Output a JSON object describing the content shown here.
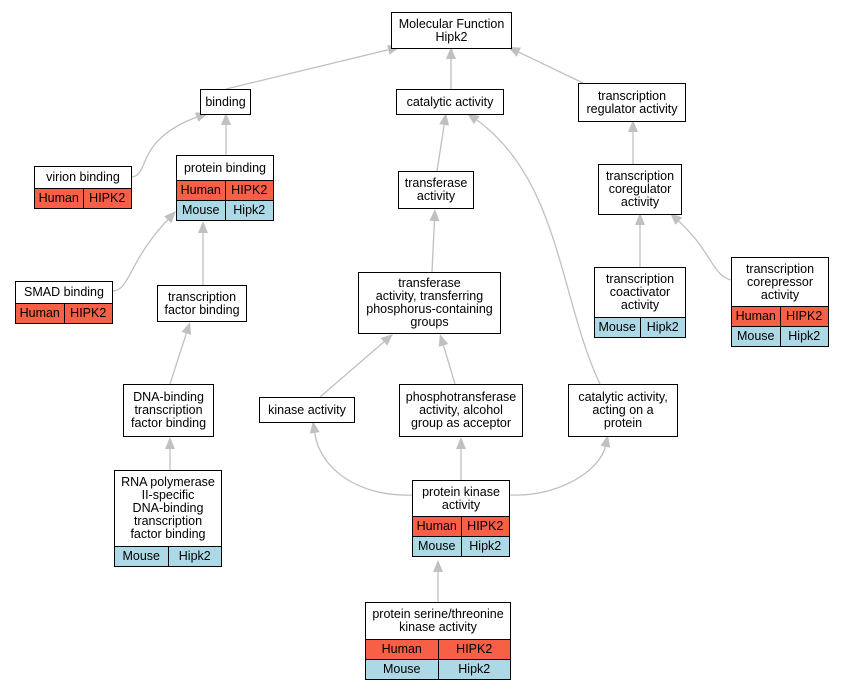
{
  "nodes": {
    "molecular_function": {
      "label": "Molecular Function\nHipk2"
    },
    "binding": {
      "label": "binding"
    },
    "catalytic_activity": {
      "label": "catalytic activity"
    },
    "transcription_regulator_activity": {
      "label": "transcription\nregulator activity"
    },
    "virion_binding": {
      "label": "virion binding",
      "annotations": [
        {
          "species": "Human",
          "gene": "HIPK2"
        }
      ]
    },
    "protein_binding": {
      "label": "protein binding",
      "annotations": [
        {
          "species": "Human",
          "gene": "HIPK2"
        },
        {
          "species": "Mouse",
          "gene": "Hipk2"
        }
      ]
    },
    "transferase_activity": {
      "label": "transferase\nactivity"
    },
    "transcription_coregulator_activity": {
      "label": "transcription\ncoregulator\nactivity"
    },
    "smad_binding": {
      "label": "SMAD binding",
      "annotations": [
        {
          "species": "Human",
          "gene": "HIPK2"
        }
      ]
    },
    "transcription_factor_binding": {
      "label": "transcription\nfactor binding"
    },
    "transferase_phosphorus": {
      "label": "transferase\nactivity, transferring\nphosphorus-containing\ngroups"
    },
    "transcription_coactivator_activity": {
      "label": "transcription\ncoactivator\nactivity",
      "annotations": [
        {
          "species": "Mouse",
          "gene": "Hipk2"
        }
      ]
    },
    "transcription_corepressor_activity": {
      "label": "transcription\ncorepressor\nactivity",
      "annotations": [
        {
          "species": "Human",
          "gene": "HIPK2"
        },
        {
          "species": "Mouse",
          "gene": "Hipk2"
        }
      ]
    },
    "dna_binding_tf_binding": {
      "label": "DNA-binding\ntranscription\nfactor binding"
    },
    "kinase_activity": {
      "label": "kinase activity"
    },
    "phosphotransferase_alcohol": {
      "label": "phosphotransferase\nactivity, alcohol\ngroup as acceptor"
    },
    "catalytic_on_protein": {
      "label": "catalytic activity,\nacting on a\nprotein"
    },
    "rna_pol_ii_tf_binding": {
      "label": "RNA polymerase\nII-specific\nDNA-binding\ntranscription\nfactor binding",
      "annotations": [
        {
          "species": "Mouse",
          "gene": "Hipk2"
        }
      ]
    },
    "protein_kinase_activity": {
      "label": "protein kinase\nactivity",
      "annotations": [
        {
          "species": "Human",
          "gene": "HIPK2"
        },
        {
          "species": "Mouse",
          "gene": "Hipk2"
        }
      ]
    },
    "protein_ser_thr_kinase_activity": {
      "label": "protein serine/threonine\nkinase activity",
      "annotations": [
        {
          "species": "Human",
          "gene": "HIPK2"
        },
        {
          "species": "Mouse",
          "gene": "Hipk2"
        }
      ]
    }
  },
  "edges": [
    [
      "binding",
      "molecular_function"
    ],
    [
      "catalytic_activity",
      "molecular_function"
    ],
    [
      "transcription_regulator_activity",
      "molecular_function"
    ],
    [
      "virion_binding",
      "binding"
    ],
    [
      "protein_binding",
      "binding"
    ],
    [
      "transferase_activity",
      "catalytic_activity"
    ],
    [
      "catalytic_on_protein",
      "catalytic_activity"
    ],
    [
      "transcription_coregulator_activity",
      "transcription_regulator_activity"
    ],
    [
      "smad_binding",
      "protein_binding"
    ],
    [
      "transcription_factor_binding",
      "protein_binding"
    ],
    [
      "transferase_phosphorus",
      "transferase_activity"
    ],
    [
      "transcription_coactivator_activity",
      "transcription_coregulator_activity"
    ],
    [
      "transcription_corepressor_activity",
      "transcription_coregulator_activity"
    ],
    [
      "dna_binding_tf_binding",
      "transcription_factor_binding"
    ],
    [
      "kinase_activity",
      "transferase_phosphorus"
    ],
    [
      "phosphotransferase_alcohol",
      "transferase_phosphorus"
    ],
    [
      "rna_pol_ii_tf_binding",
      "dna_binding_tf_binding"
    ],
    [
      "protein_kinase_activity",
      "kinase_activity"
    ],
    [
      "protein_kinase_activity",
      "phosphotransferase_alcohol"
    ],
    [
      "protein_kinase_activity",
      "catalytic_on_protein"
    ],
    [
      "protein_ser_thr_kinase_activity",
      "protein_kinase_activity"
    ]
  ],
  "colors": {
    "human": "#f85f47",
    "mouse": "#add8e6",
    "edge": "#c0c0c0",
    "border": "#000000"
  }
}
